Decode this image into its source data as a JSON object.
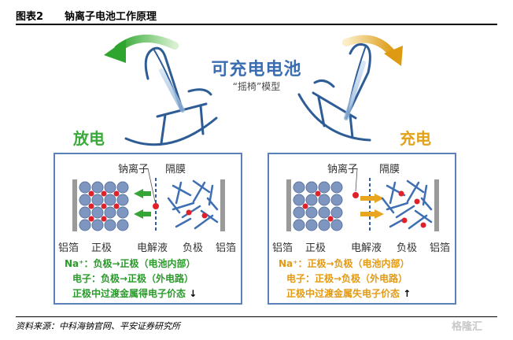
{
  "header": {
    "figure_no": "图表2",
    "title": "钠离子电池工作原理"
  },
  "center": {
    "title": "可充电电池",
    "subtitle": "“摇椅”模型"
  },
  "sides": {
    "discharge": "放电",
    "charge": "充电"
  },
  "colors": {
    "green": "#3aab3a",
    "orange": "#e2a21a",
    "blue": "#3a6db1",
    "ion": "#e0202a"
  },
  "panels": [
    {
      "sodium_ion": "钠离子",
      "separator": "隔膜",
      "bottom": [
        "铝箔",
        "正极",
        "电解液",
        "负极",
        "铝箔"
      ],
      "line1": "Na⁺：负极→正极（电池内部）",
      "line2": "电子：负极→正极（外电路）",
      "line3": "正极中过渡金属得电子价态",
      "arrow": "↓"
    },
    {
      "sodium_ion": "钠离子",
      "separator": "隔膜",
      "bottom": [
        "铝箔",
        "正极",
        "电解液",
        "负极",
        "铝箔"
      ],
      "line1": "Na⁺：正极→负极（电池内部）",
      "line2": "电子：正极→负极（外电路）",
      "line3": "正极中过渡金属失电子价态",
      "arrow": "↑"
    }
  ],
  "source": "资料来源：中科海钠官网、平安证券研究所",
  "watermark": "格隆汇"
}
